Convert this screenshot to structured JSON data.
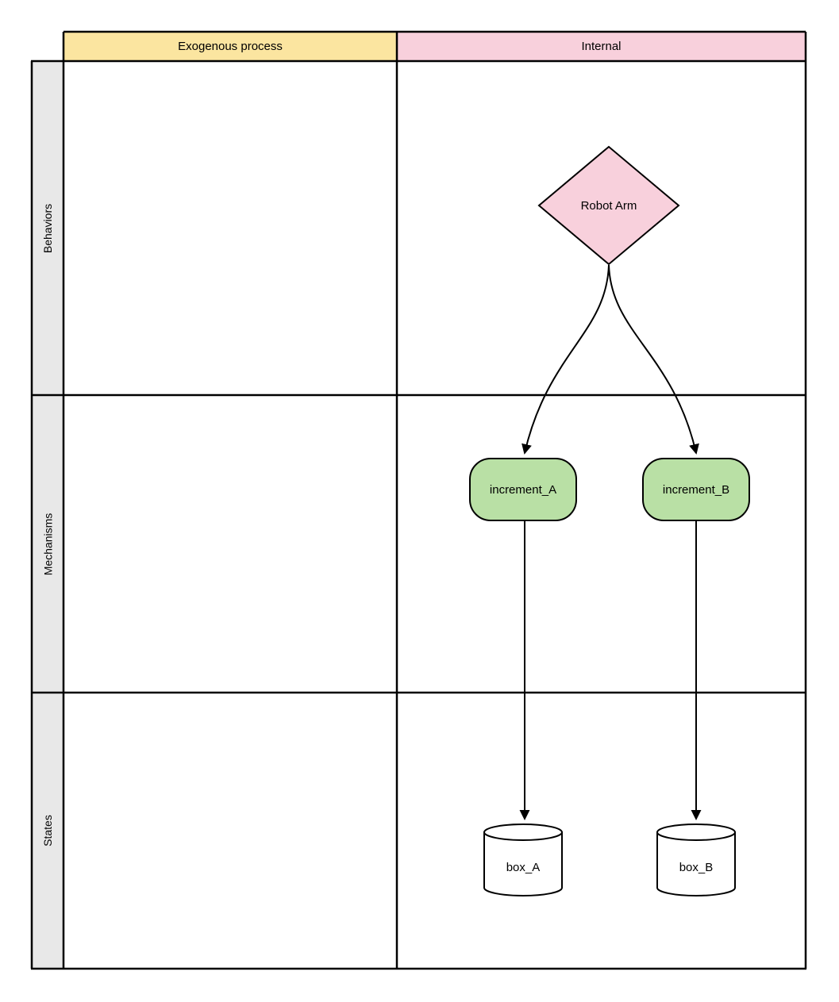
{
  "grid": {
    "columns": [
      {
        "label": "Exogenous process",
        "fill": "#FBE5A0"
      },
      {
        "label": "Internal",
        "fill": "#F8D0DC"
      }
    ],
    "rows": [
      {
        "label": "Behaviors"
      },
      {
        "label": "Mechanisms"
      },
      {
        "label": "States"
      }
    ],
    "row_header_fill": "#E8E8E8",
    "line_color": "#000000"
  },
  "nodes": {
    "robot_arm": {
      "label": "Robot Arm",
      "shape": "diamond",
      "fill": "#F8D0DC",
      "row": "Behaviors",
      "column": "Internal"
    },
    "increment_a": {
      "label": "increment_A",
      "shape": "rounded-rect",
      "fill": "#B9E0A5",
      "row": "Mechanisms",
      "column": "Internal"
    },
    "increment_b": {
      "label": "increment_B",
      "shape": "rounded-rect",
      "fill": "#B9E0A5",
      "row": "Mechanisms",
      "column": "Internal"
    },
    "box_a": {
      "label": "box_A",
      "shape": "cylinder",
      "fill": "#FFFFFF",
      "row": "States",
      "column": "Internal"
    },
    "box_b": {
      "label": "box_B",
      "shape": "cylinder",
      "fill": "#FFFFFF",
      "row": "States",
      "column": "Internal"
    }
  },
  "edges": [
    {
      "from": "Robot Arm",
      "to": "increment_A",
      "style": "curved-arrow"
    },
    {
      "from": "Robot Arm",
      "to": "increment_B",
      "style": "curved-arrow"
    },
    {
      "from": "increment_A",
      "to": "box_A",
      "style": "straight-arrow"
    },
    {
      "from": "increment_B",
      "to": "box_B",
      "style": "straight-arrow"
    }
  ]
}
